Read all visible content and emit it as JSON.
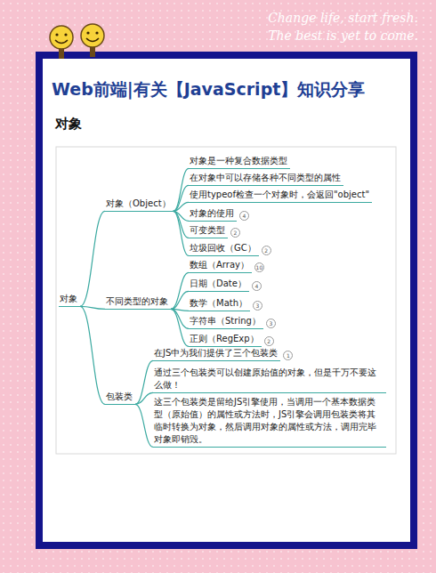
{
  "diagram": {
    "title": "Web前端|有关【JavaScript】知识分享",
    "nodes": [
      {
        "text": [
          "对象"
        ]
      },
      {
        "text": [
          "对象（Object）"
        ]
      },
      {
        "text": [
          "对象是一种复合数据类型"
        ]
      },
      {
        "text": [
          "在对象中可以存储各种不同类型的属性"
        ]
      },
      {
        "text": [
          "使用typeof检查一个对象时，会返回\"object\""
        ]
      },
      {
        "text": [
          "对象的使用"
        ]
      },
      {
        "text": [
          "可变类型"
        ]
      },
      {
        "text": [
          "垃圾回收（GC）"
        ]
      },
      {
        "text": [
          "不同类型的对象"
        ]
      },
      {
        "text": [
          "数组（Array）"
        ]
      },
      {
        "text": [
          "日期（Date）"
        ]
      },
      {
        "text": [
          "数学（Math）"
        ]
      },
      {
        "text": [
          "字符串（String）"
        ]
      },
      {
        "text": [
          "正则（RegExp）"
        ]
      },
      {
        "text": [
          "包装类"
        ]
      },
      {
        "text": [
          "在JS中为我们提供了三个包装类"
        ]
      },
      {
        "text": [
          "通过三个包装类可以创建原始值的对象，但是千万不要这么做！"
        ]
      },
      {
        "text": [
          "这三个包装类是留给JS引擎使用，当调用一个基本数据类型（原始值）的属性或方法时，JS引擎会调用包装类将其临时转换为对象，然后调用对象的属性或方法，调用完毕对象即销毁。"
        ]
      }
    ],
    "edges": [
      {
        "from": 0,
        "to": 1,
        "arrow": "none"
      },
      {
        "from": 0,
        "to": 8,
        "arrow": "none"
      },
      {
        "from": 0,
        "to": 14,
        "arrow": "none"
      },
      {
        "from": 1,
        "to": 2,
        "arrow": "none"
      },
      {
        "from": 1,
        "to": 3,
        "arrow": "none"
      },
      {
        "from": 1,
        "to": 4,
        "arrow": "none"
      },
      {
        "from": 1,
        "to": 5,
        "arrow": "none"
      },
      {
        "from": 1,
        "to": 6,
        "arrow": "none"
      },
      {
        "from": 1,
        "to": 7,
        "arrow": "none"
      },
      {
        "from": 8,
        "to": 9,
        "arrow": "none"
      },
      {
        "from": 8,
        "to": 10,
        "arrow": "none"
      },
      {
        "from": 8,
        "to": 11,
        "arrow": "none"
      },
      {
        "from": 8,
        "to": 12,
        "arrow": "none"
      },
      {
        "from": 8,
        "to": 13,
        "arrow": "none"
      },
      {
        "from": 14,
        "to": 15,
        "arrow": "none"
      },
      {
        "from": 14,
        "to": 16,
        "arrow": "none"
      },
      {
        "from": 14,
        "to": 17,
        "arrow": "none"
      }
    ],
    "labels": [
      "Change life, start fresh.",
      "The best is yet to come.",
      "对象",
      "4",
      "2",
      "2",
      "10",
      "4",
      "3",
      "3",
      "2",
      "1"
    ]
  }
}
